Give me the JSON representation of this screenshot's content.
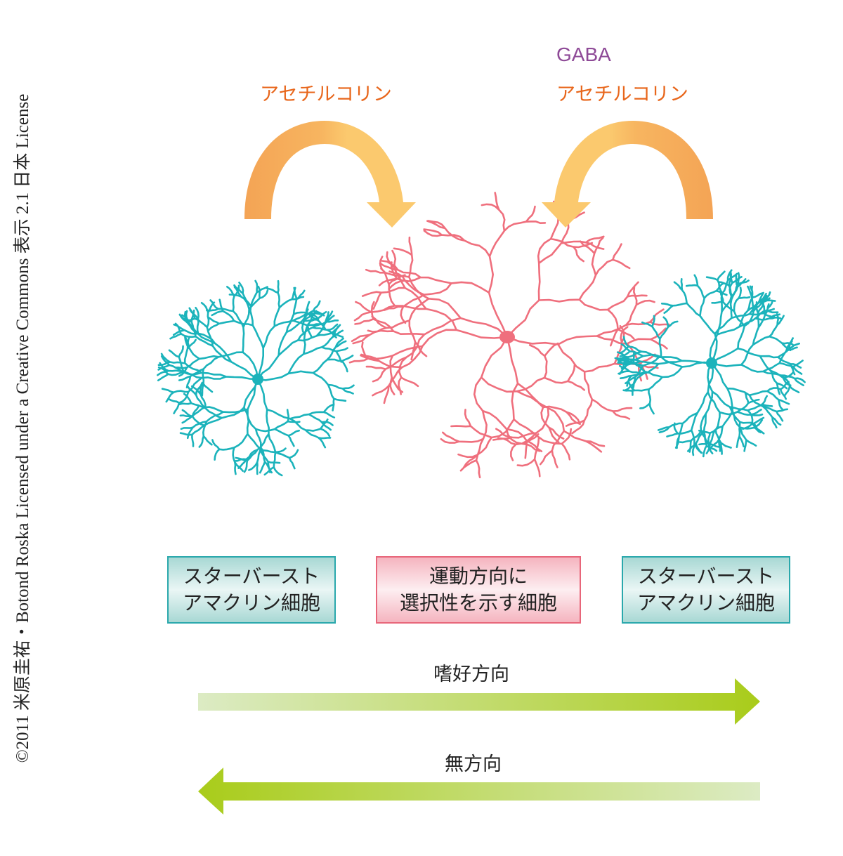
{
  "credit": "©2011 米原圭祐・Botond Roska Licensed under a Creative Commons 表示 2.1 日本 License",
  "labels": {
    "left_transmitter": "アセチルコリン",
    "right_gaba": "GABA",
    "right_transmitter": "アセチルコリン"
  },
  "boxes": {
    "left": {
      "line1": "スターバースト",
      "line2": "アマクリン細胞"
    },
    "center": {
      "line1": "運動方向に",
      "line2": "選択性を示す細胞"
    },
    "right": {
      "line1": "スターバースト",
      "line2": "アマクリン細胞"
    }
  },
  "directions": {
    "preferred": "嗜好方向",
    "null": "無方向"
  },
  "colors": {
    "starburst": "#1bb3bb",
    "ds_cell": "#ef6f7d",
    "arrow_orange": "#f4a455",
    "arrow_yellow": "#fbc96e",
    "direction_green": "#a9cc1a",
    "acetylcholine_text": "#e8661b",
    "gaba_text": "#8e4a97"
  }
}
